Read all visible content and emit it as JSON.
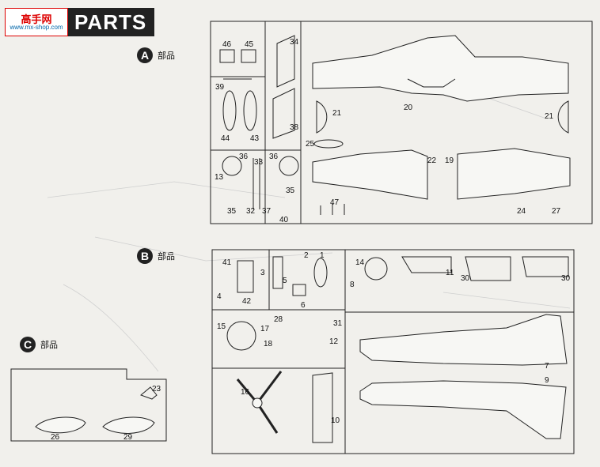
{
  "header": {
    "logo_text": "高手网",
    "logo_sub": "www.mx-shop.com",
    "title": "PARTS"
  },
  "sections": {
    "A": {
      "letter": "A",
      "label": "部品"
    },
    "B": {
      "letter": "B",
      "label": "部品"
    },
    "C": {
      "letter": "C",
      "label": "部品"
    }
  },
  "part_numbers_A": [
    "46",
    "45",
    "39",
    "44",
    "43",
    "34",
    "38",
    "21",
    "25",
    "20",
    "21",
    "22",
    "19",
    "36",
    "36",
    "13",
    "33",
    "35",
    "35",
    "32",
    "37",
    "40",
    "47",
    "24",
    "27"
  ],
  "part_numbers_B": [
    "41",
    "3",
    "4",
    "42",
    "5",
    "2",
    "1",
    "6",
    "14",
    "8",
    "11",
    "30",
    "30",
    "15",
    "17",
    "18",
    "28",
    "31",
    "12",
    "16",
    "10",
    "7",
    "9"
  ],
  "part_numbers_C": [
    "23",
    "26",
    "29"
  ]
}
